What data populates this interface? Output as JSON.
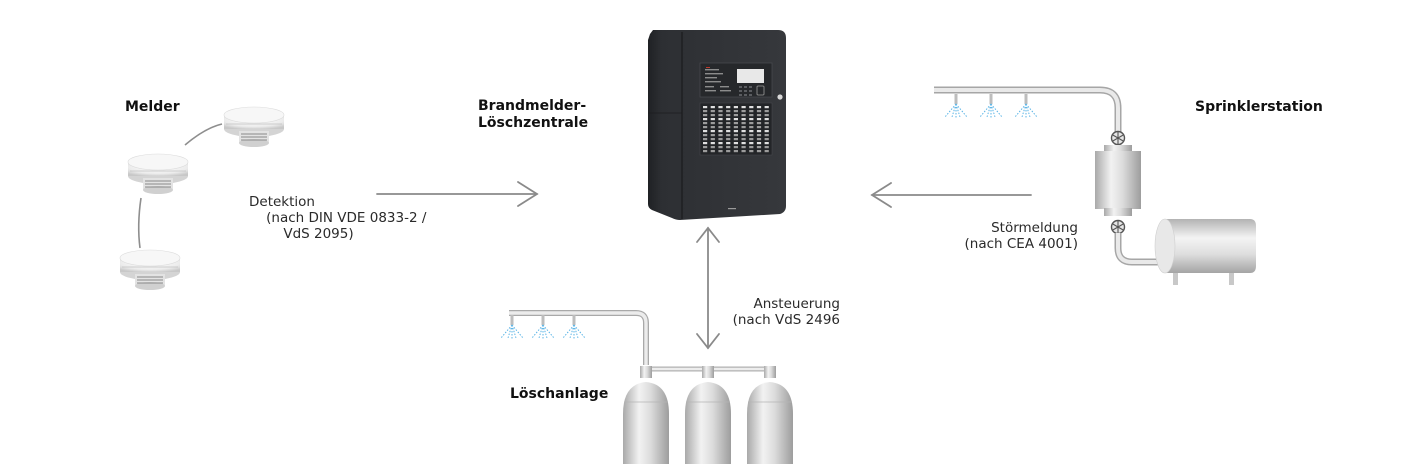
{
  "diagram": {
    "type": "system-overview",
    "nodes": {
      "melder": {
        "title": "Melder",
        "count": 3,
        "icon": "smoke-detector-icon"
      },
      "zentrale": {
        "title": "Brandmelder-\nLöschzentrale",
        "icon": "fire-control-panel-icon"
      },
      "sprinkler": {
        "title": "Sprinklerstation",
        "icon": "sprinkler-station-icon",
        "nozzles": 3
      },
      "loeschanlage": {
        "title": "Löschanlage",
        "icon": "extinguishing-system-icon",
        "nozzles": 3,
        "cylinders": 3
      }
    },
    "edges": [
      {
        "from": "melder",
        "to": "zentrale",
        "direction": "one-way",
        "label": "Detektion\n    (nach DIN VDE 0833-2 /\n        VdS 2095)"
      },
      {
        "from": "sprinkler",
        "to": "zentrale",
        "direction": "one-way",
        "label": "Störmeldung\n(nach CEA 4001)"
      },
      {
        "from": "zentrale",
        "to": "loeschanlage",
        "direction": "bidirectional",
        "label": "Ansteuerung\n(nach VdS 2496"
      }
    ]
  },
  "colors": {
    "arrow": "#8a8a8a",
    "pipe": "#c9c9c9",
    "spray": "#5ab4e6",
    "panel": "#2e3033"
  }
}
